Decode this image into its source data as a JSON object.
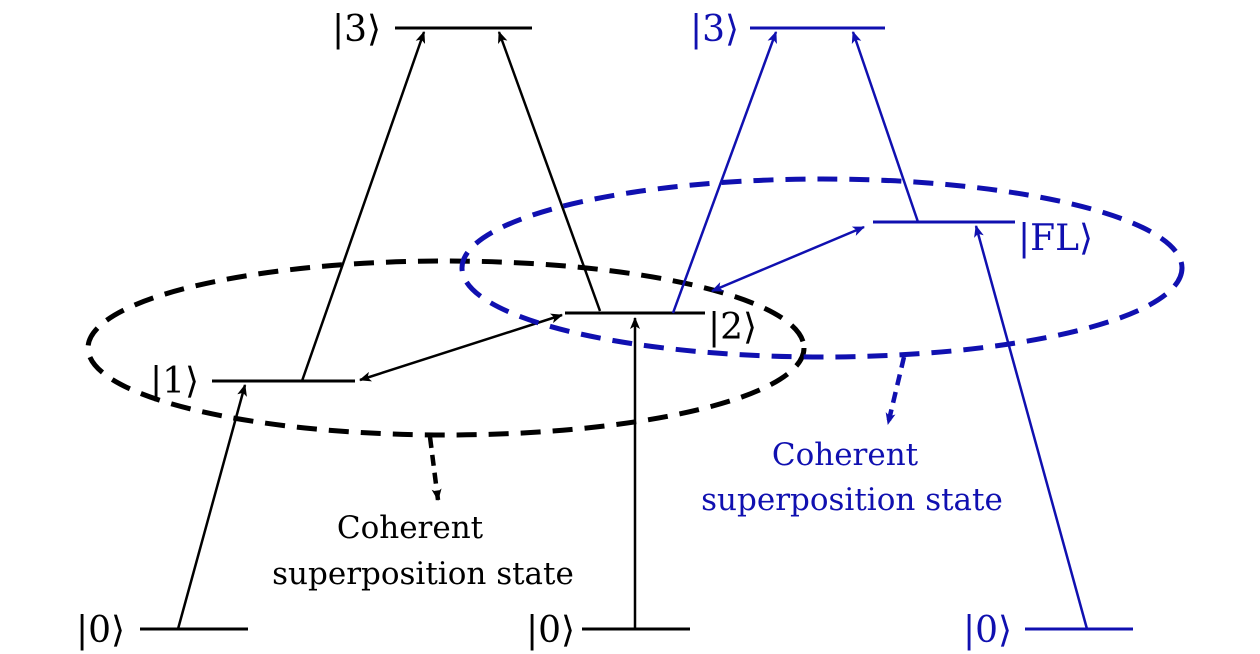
{
  "colors": {
    "black": "#000000",
    "blue": "#1010b0"
  },
  "labels": {
    "black_3": "|3⟩",
    "blue_3": "|3⟩",
    "black_1": "|1⟩",
    "black_2": "|2⟩",
    "blue_fl": "|FL⟩",
    "black_0_left": "|0⟩",
    "black_0_mid": "|0⟩",
    "blue_0": "|0⟩"
  },
  "captions": {
    "black_line1": "Coherent",
    "black_line2": "superposition state",
    "blue_line1": "Coherent",
    "blue_line2": "superposition state"
  }
}
